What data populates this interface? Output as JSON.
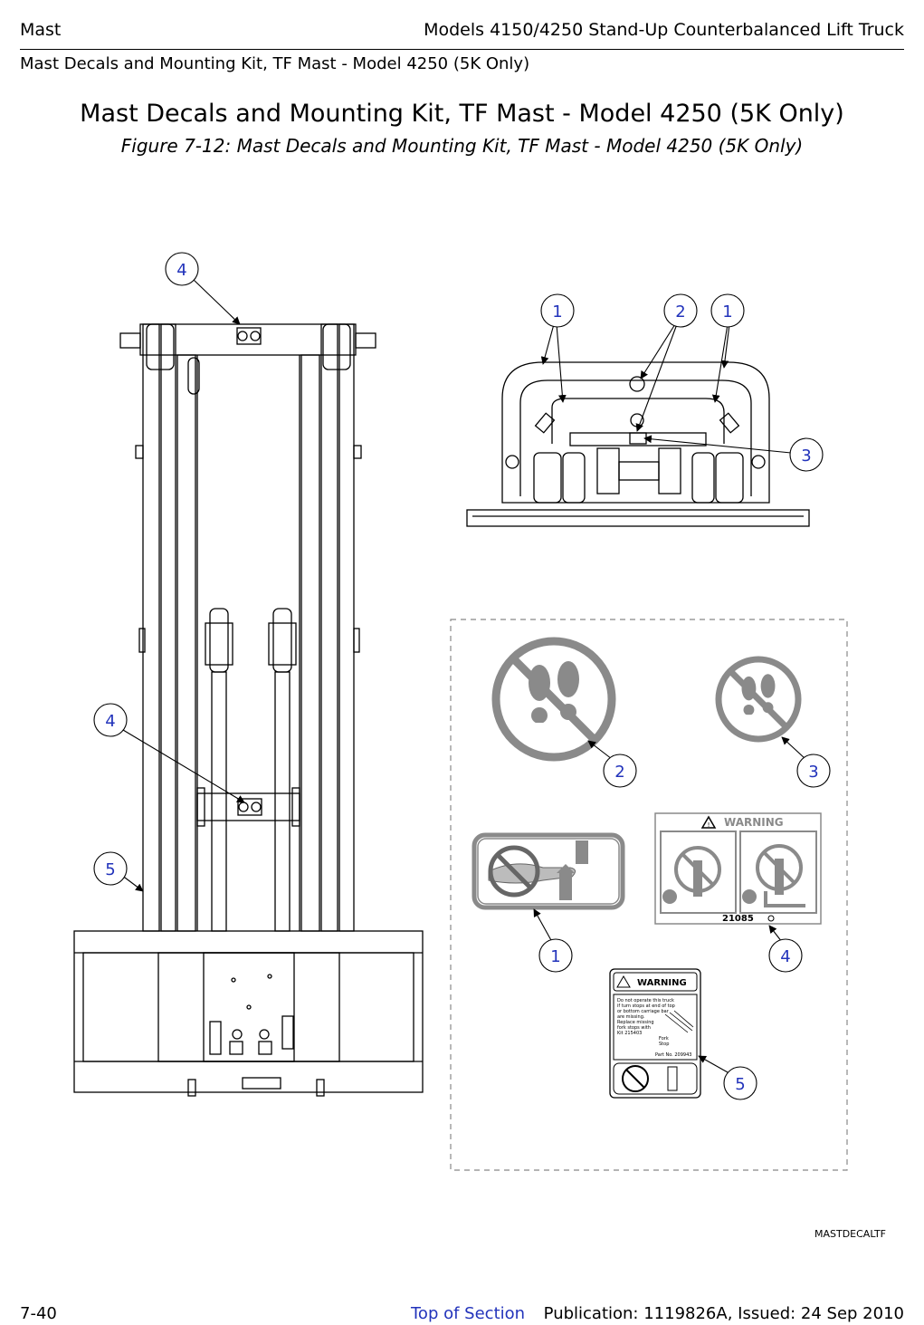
{
  "header": {
    "section": "Mast",
    "manual": "Models 4150/4250 Stand-Up Counterbalanced Lift Truck",
    "subsection": "Mast Decals and Mounting Kit, TF Mast - Model 4250 (5K Only)"
  },
  "page": {
    "title": "Mast Decals and Mounting Kit, TF Mast - Model 4250 (5K Only)",
    "figure_caption": "Figure 7-12:  Mast Decals and Mounting Kit, TF Mast - Model 4250 (5K Only)",
    "figure_id": "MASTDECALTF"
  },
  "callouts": {
    "mast_top": "4",
    "mast_middle": "4",
    "mast_side": "5",
    "view_left": "1",
    "view_mid": "2",
    "view_right": "1",
    "view_bottom": "3",
    "decal_no_step_large": "2",
    "decal_no_step_small": "3",
    "decal_pinch": "1",
    "decal_warning": "4",
    "decal_operate": "5"
  },
  "decal_text": {
    "warning_header": "WARNING",
    "warning_part_number": "21085",
    "operate_header": "WARNING",
    "operate_line_1": "Do not operate this truck",
    "operate_line_2": "if turn stops at end of top",
    "operate_line_3": "or bottom carriage bar",
    "operate_line_4": "are missing.",
    "operate_line_5": "Replace missing",
    "operate_line_6": "fork stops with",
    "operate_line_7": "Kit 215403",
    "operate_label_a": "Fork",
    "operate_label_b": "Stop",
    "operate_part": "Part No. 209943"
  },
  "footer": {
    "page_number": "7-40",
    "top_link": "Top of Section",
    "publication": "Publication: 1119826A, Issued: 24 Sep 2010"
  },
  "colors": {
    "callout": "#2233bb",
    "link": "#2233bb",
    "line": "#000000",
    "decal_gray": "#8a8a8a"
  },
  "icons": [
    "no-step-icon",
    "pinch-hazard-icon",
    "warning-triangle-icon",
    "no-rider-icon"
  ]
}
